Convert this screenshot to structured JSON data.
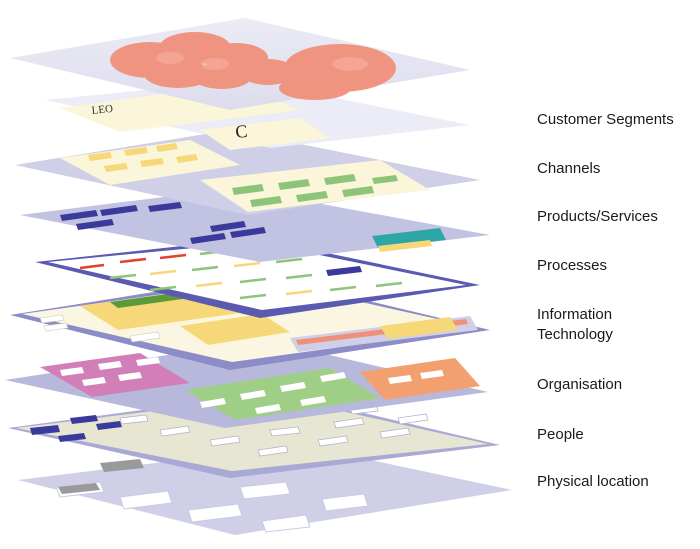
{
  "layers": [
    {
      "label": "Customer Segments"
    },
    {
      "label": "Channels"
    },
    {
      "label": "Products/Services"
    },
    {
      "label": "Processes"
    },
    {
      "label": "Information Technology",
      "lines": [
        "Information",
        "Technology"
      ]
    },
    {
      "label": "Organisation"
    },
    {
      "label": "People"
    },
    {
      "label": "Physical location"
    }
  ],
  "colors": {
    "plane_lilac": "#cfcfe8",
    "plane_frame": "#a9a9d6",
    "plane_deep": "#5a5ab0",
    "cream": "#fbf5d9",
    "salmon": "#f0907a",
    "yellow_box": "#f6d878",
    "green_box": "#8ec47a",
    "navy_box": "#3a3a9c",
    "teal": "#2ea6a6",
    "magenta": "#d27fb9",
    "green_panel": "#9fcf86",
    "orange_panel": "#f2a070",
    "gray_box": "#9a9a9a"
  }
}
